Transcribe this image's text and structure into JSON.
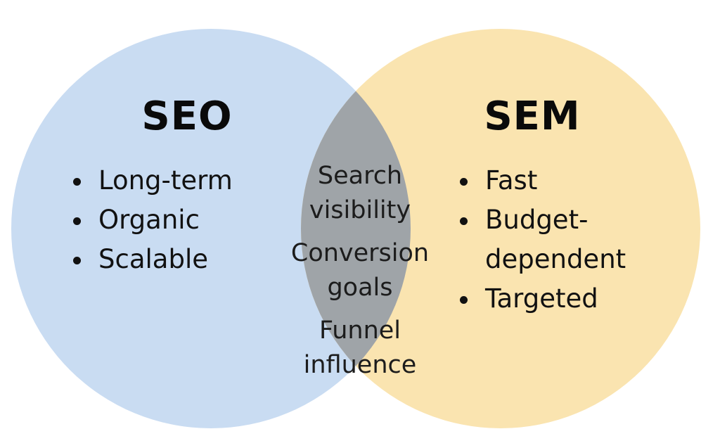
{
  "colors": {
    "seo_circle": "#c9dcf2",
    "sem_circle": "#fae4b0",
    "overlap": "#9fa4a8",
    "text": "#111111"
  },
  "seo": {
    "title": "SEO",
    "items": [
      "Long-term",
      "Organic",
      "Scalable"
    ]
  },
  "sem": {
    "title": "SEM",
    "items": [
      [
        "Budget-",
        "dependent"
      ]
    ],
    "items_flat": [
      "Fast",
      "Targeted"
    ]
  },
  "overlap": {
    "items": [
      [
        "Search",
        "visibility"
      ],
      [
        "Conversion",
        "goals"
      ],
      [
        "Funnel",
        "influence"
      ]
    ]
  }
}
